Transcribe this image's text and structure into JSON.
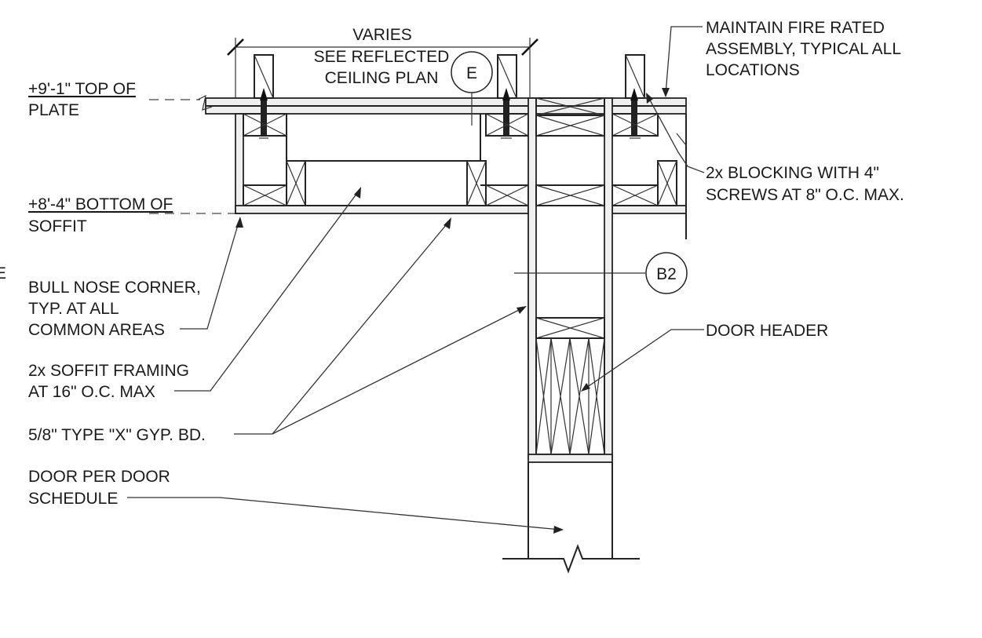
{
  "labels": {
    "varies": "VARIES",
    "see_rcp_1": "SEE REFLECTED",
    "see_rcp_2": "CEILING PLAN",
    "tag_e": "E",
    "tag_b2": "B2",
    "top_plate_1": "+9'-1\" TOP OF",
    "top_plate_2": "PLATE",
    "bottom_soffit_1": "+8'-4\" BOTTOM OF",
    "bottom_soffit_2": "SOFFIT",
    "edge_fragment": "E",
    "fire_1": "MAINTAIN FIRE RATED",
    "fire_2": "ASSEMBLY, TYPICAL ALL",
    "fire_3": "LOCATIONS",
    "blocking_1": "2x BLOCKING WITH 4\"",
    "blocking_2": "SCREWS AT 8\" O.C. MAX.",
    "bullnose_1": "BULL NOSE CORNER,",
    "bullnose_2": "TYP. AT ALL",
    "bullnose_3": "COMMON AREAS",
    "soffit_framing_1": "2x SOFFIT FRAMING",
    "soffit_framing_2": "AT 16\" O.C. MAX",
    "gyp_bd": "5/8\" TYPE \"X\" GYP. BD.",
    "door_1": "DOOR PER DOOR",
    "door_2": "SCHEDULE",
    "door_header": "DOOR HEADER"
  }
}
